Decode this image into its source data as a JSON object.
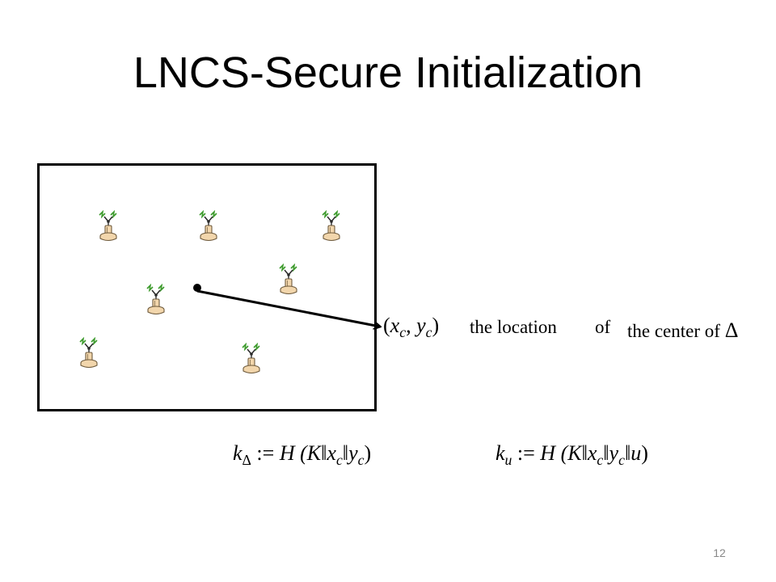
{
  "slide": {
    "title": "LNCS-Secure Initialization",
    "page_number": "12"
  },
  "field": {
    "sensor_count": 7,
    "sensor_icon": "sensor-node-icon",
    "center_marker": "center-point"
  },
  "annotation": {
    "coords": {
      "open": "(",
      "x": "x",
      "x_sub": "c",
      "sep": ",",
      "y": "y",
      "y_sub": "c",
      "close": ")"
    },
    "location_text": "the location",
    "of_text": "of",
    "center_text": "the center of",
    "delta_symbol": "Δ"
  },
  "formulas": {
    "k_delta": {
      "lhs": "k",
      "lhs_sub": "Δ",
      "assign": ":=",
      "func": "H",
      "body": "(K‖x",
      "body_sub1": "c",
      "mid": "‖y",
      "body_sub2": "c",
      "end": ")"
    },
    "k_u": {
      "lhs": "k",
      "lhs_sub": "u",
      "assign": ":=",
      "func": "H",
      "body": "(K‖x",
      "body_sub1": "c",
      "mid": "‖y",
      "body_sub2": "c",
      "mid2": "‖u",
      "end": ")"
    }
  },
  "colors": {
    "sensor_body": "#f2d6ac",
    "sensor_outline": "#6e5a3c",
    "signal": "#3c9a2c",
    "antenna": "#2a2a2a"
  }
}
